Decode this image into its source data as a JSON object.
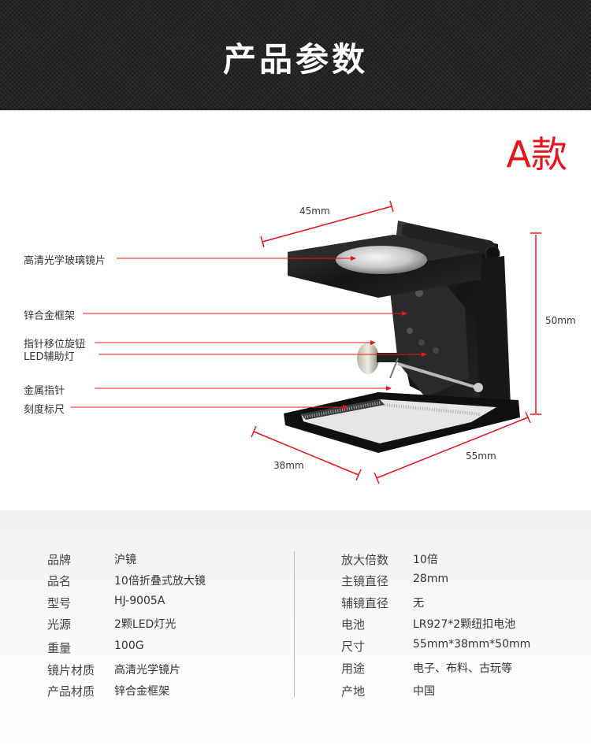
{
  "header": {
    "title": "产品参数"
  },
  "model_label": "A款",
  "callouts": [
    "高清光学玻璃镜片",
    "锌合金框架",
    "指针移位旋钮",
    "LED辅助灯",
    "金属指针",
    "刻度标尺"
  ],
  "dimensions": {
    "top": "45mm",
    "height": "50mm",
    "depth": "38mm",
    "width": "55mm"
  },
  "specs_left": [
    {
      "key": "品牌",
      "value": "沪镜"
    },
    {
      "key": "品名",
      "value": "10倍折叠式放大镜"
    },
    {
      "key": "型号",
      "value": "HJ-9005A"
    },
    {
      "key": "光源",
      "value": "2颗LED灯光"
    },
    {
      "key": "重量",
      "value": "100G"
    },
    {
      "key": "镜片材质",
      "value": "高清光学镜片"
    },
    {
      "key": "产品材质",
      "value": "锌合金框架"
    }
  ],
  "specs_right": [
    {
      "key": "放大倍数",
      "value": "10倍"
    },
    {
      "key": "主镜直径",
      "value": "28mm"
    },
    {
      "key": "辅镜直径",
      "value": "无"
    },
    {
      "key": "电池",
      "value": "LR927*2颗纽扣电池"
    },
    {
      "key": "尺寸",
      "value": "55mm*38mm*50mm"
    },
    {
      "key": "用途",
      "value": "电子、布料、古玩等"
    },
    {
      "key": "产地",
      "value": "中国"
    }
  ],
  "colors": {
    "accent": "#e8141b",
    "header_bg": "#1e1e1e",
    "callout_line": "#e8141b"
  }
}
